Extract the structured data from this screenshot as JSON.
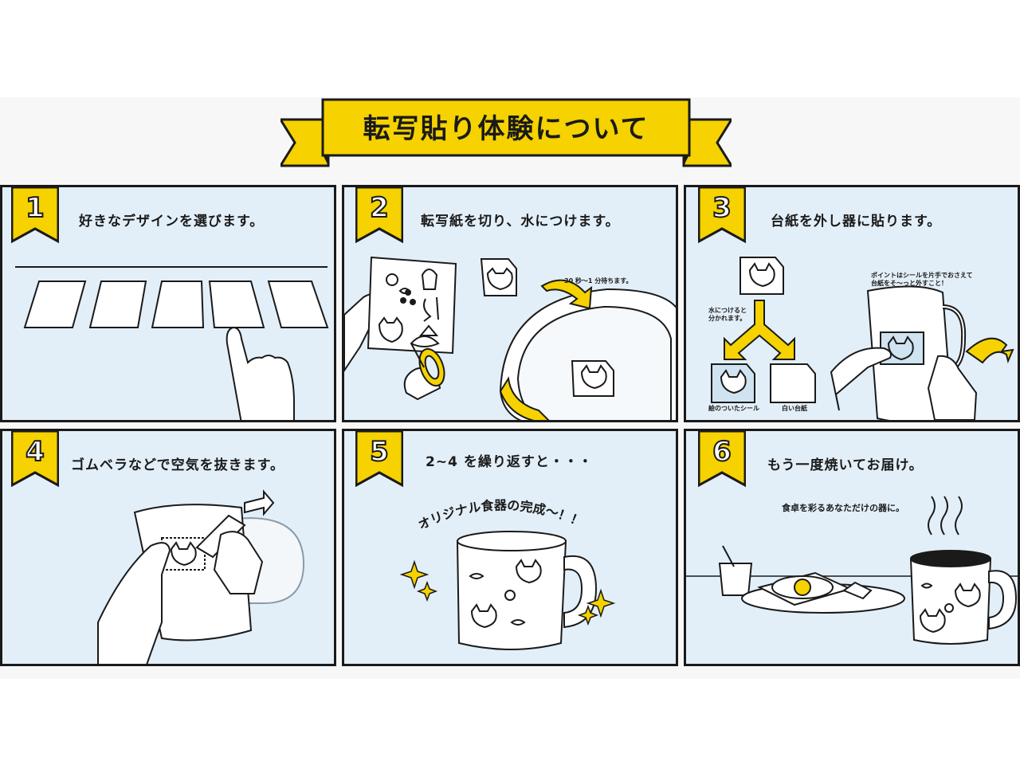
{
  "banner": {
    "title": "転写貼り体験について"
  },
  "colors": {
    "yellow": "#f5d200",
    "panel_bg": "#e3eff8",
    "border": "#1a1a1a"
  },
  "steps": [
    {
      "num": "1",
      "title": "好きなデザインを選びます。"
    },
    {
      "num": "2",
      "title": "転写紙を切り、水につけます。",
      "note": "30 秒〜1 分待ちます。"
    },
    {
      "num": "3",
      "title": "台紙を外し器に貼ります。",
      "note_split": "水につけると\n分かれます。",
      "label_sticker": "絵のついたシール",
      "label_paper": "白い台紙",
      "note_point": "ポイントはシールを片手でおさえて\n台紙をそ〜っと外すこと！"
    },
    {
      "num": "4",
      "title": "ゴムベラなどで空気を抜きます。"
    },
    {
      "num": "5",
      "title": "2~4 を繰り返すと・・・",
      "exclaim": "オリジナル食器の完成〜！！"
    },
    {
      "num": "6",
      "title": "もう一度焼いてお届け。",
      "subtitle": "食卓を彩るあなただけの器に。"
    }
  ]
}
